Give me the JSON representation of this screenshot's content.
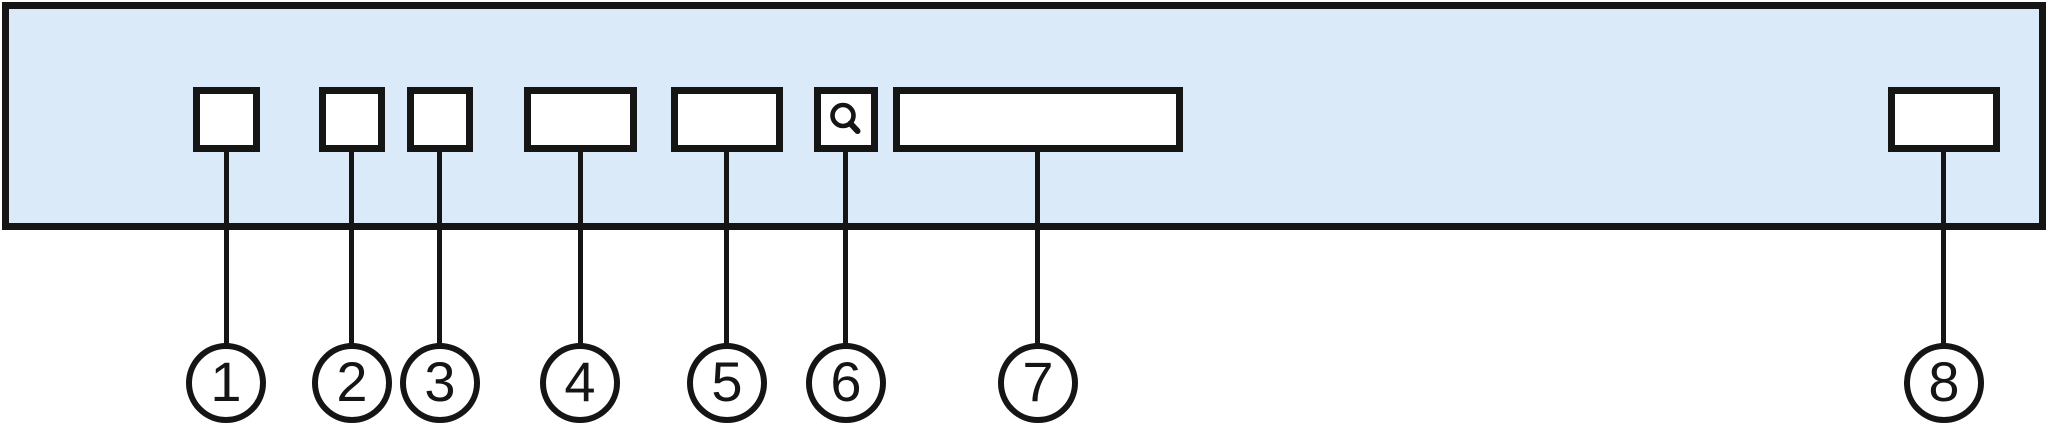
{
  "colors": {
    "bar_fill": "#dbeaf8",
    "stroke": "#151515",
    "box_fill": "#ffffff",
    "page_bg": "#ffffff"
  },
  "toolbar": {
    "search_icon": "magnifier-icon"
  },
  "callouts": {
    "numbers": [
      "1",
      "2",
      "3",
      "4",
      "5",
      "6",
      "7",
      "8"
    ]
  }
}
